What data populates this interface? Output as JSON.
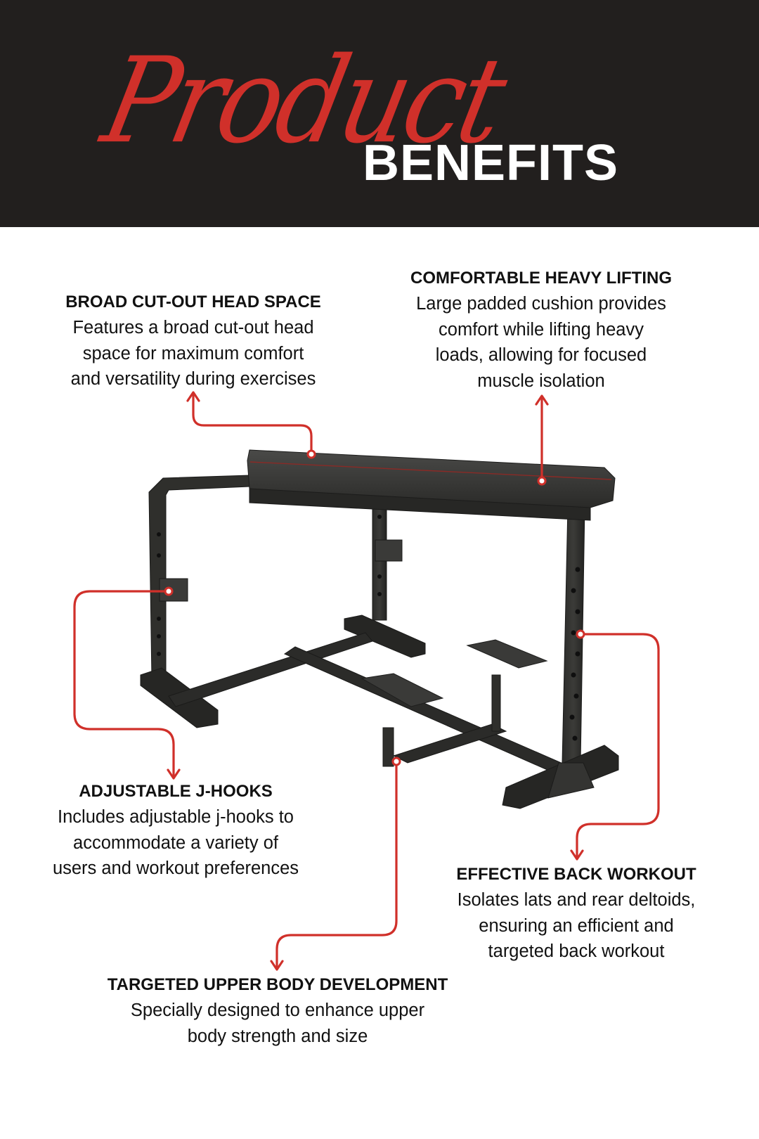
{
  "header": {
    "script_title": "Product",
    "bold_title": "BENEFITS",
    "background_color": "#221f1e",
    "accent_color": "#d0302a",
    "title_color": "#ffffff"
  },
  "product_image": {
    "subject": "weight bench with adjustable j-hooks, padded cushion and footplates",
    "icon": "bench-illustration"
  },
  "callouts": [
    {
      "id": "head-space",
      "title": "BROAD CUT-OUT HEAD SPACE",
      "lines": [
        "Features a broad cut-out head",
        "space for maximum comfort",
        "and versatility during exercises"
      ],
      "pointer": "arrow-up-icon"
    },
    {
      "id": "heavy-lifting",
      "title": "COMFORTABLE HEAVY LIFTING",
      "lines": [
        "Large padded cushion provides",
        "comfort while lifting heavy",
        "loads, allowing for focused",
        "muscle isolation"
      ],
      "pointer": "arrow-up-icon"
    },
    {
      "id": "j-hooks",
      "title": "ADJUSTABLE J-HOOKS",
      "lines": [
        "Includes adjustable j-hooks to",
        "accommodate a variety of",
        "users and workout preferences"
      ],
      "pointer": "arrow-down-icon"
    },
    {
      "id": "back-workout",
      "title": "EFFECTIVE BACK WORKOUT",
      "lines": [
        "Isolates lats and rear deltoids,",
        "ensuring an efficient and",
        "targeted back workout"
      ],
      "pointer": "arrow-down-icon"
    },
    {
      "id": "upper-body",
      "title": "TARGETED UPPER BODY DEVELOPMENT",
      "lines": [
        "Specially designed to enhance upper",
        "body strength and size"
      ],
      "pointer": "arrow-down-icon"
    }
  ],
  "connector_color": "#d0302a"
}
